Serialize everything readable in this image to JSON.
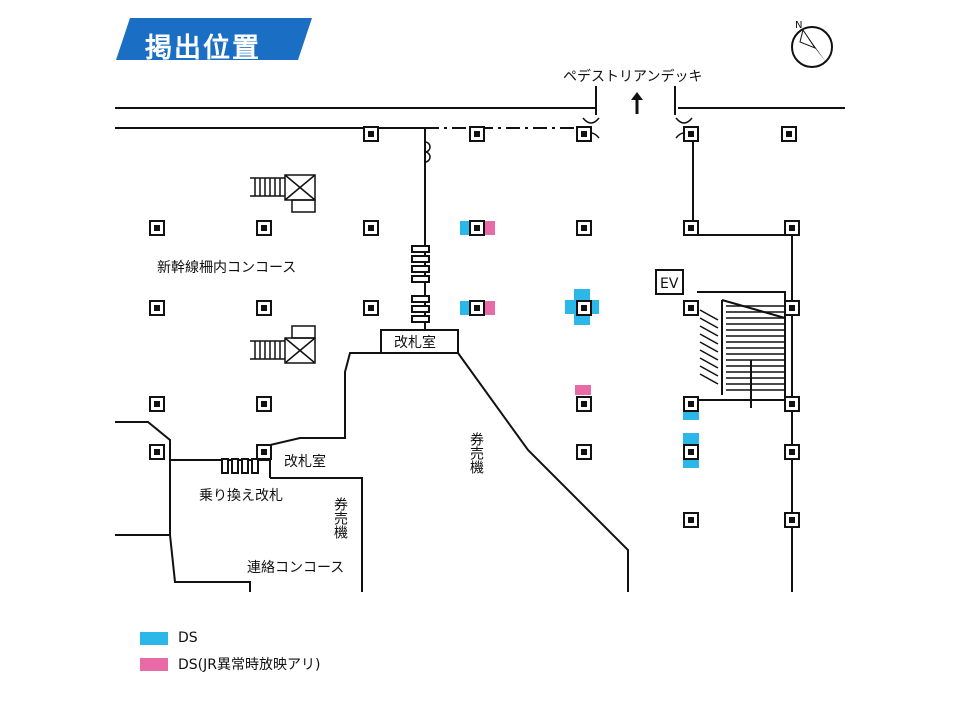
{
  "header": {
    "title": "掲出位置",
    "badge_color": "#1a6fc4"
  },
  "compass": {
    "label": "N"
  },
  "labels": {
    "deck": "ペデストリアンデッキ",
    "shinkansen": "新幹線柵内コンコース",
    "ticket_office_top": "改札室",
    "ticket_office_left": "改札室",
    "transfer_gate": "乗り換え改札",
    "ticket_machine_right": "券売機",
    "ticket_machine_left": "券売機",
    "connecting": "連絡コンコース",
    "ev": "EV"
  },
  "legend": [
    {
      "label": "DS",
      "color": "#2bb8e8"
    },
    {
      "label": "DS(JR異常時放映アリ)",
      "color": "#e86aa6"
    }
  ],
  "colors": {
    "ds": "#2bb8e8",
    "ds_jr": "#e86aa6",
    "line": "#111111"
  }
}
